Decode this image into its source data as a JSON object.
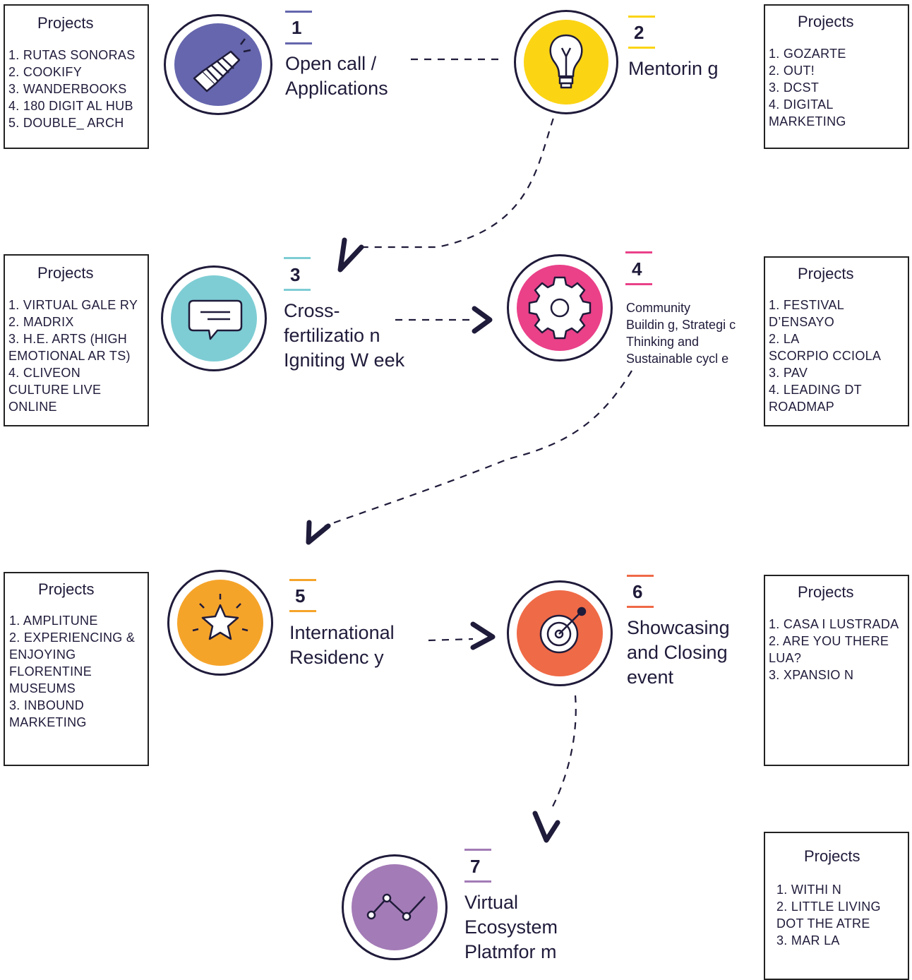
{
  "colors": {
    "ink": "#1f1b3a",
    "step1": "#6566ad",
    "step2": "#fbd414",
    "step3": "#7ecdd4",
    "step4": "#ea4189",
    "step5": "#f5a42a",
    "step6": "#ef6a47",
    "step7": "#a37bb6"
  },
  "steps": [
    {
      "num": "1",
      "label": "Open call /\nApplications",
      "icon": "megaphone-icon"
    },
    {
      "num": "2",
      "label": "Mentorin g",
      "icon": "lightbulb-icon"
    },
    {
      "num": "3",
      "label": "Cross-\nfertilizatio n\nIgniting W eek",
      "icon": "chat-bubble-icon"
    },
    {
      "num": "4",
      "label": "Community\nBuildin g, Strategi c\nThinking and\nSustainable cycl e",
      "icon": "gear-icon"
    },
    {
      "num": "5",
      "label": "International\nResidenc y",
      "icon": "star-icon"
    },
    {
      "num": "6",
      "label": "Showcasing\nand Closing\nevent",
      "icon": "target-icon"
    },
    {
      "num": "7",
      "label": "Virtual\nEcosystem\nPlatmfor m",
      "icon": "line-graph-icon"
    }
  ],
  "project_boxes": [
    {
      "title": "Projects",
      "items": [
        "1. RUTAS SONORAS",
        "2. COOKIFY",
        "3. WANDERBOOKS",
        "4. 180 DIGIT AL HUB",
        "5. DOUBLE_ ARCH"
      ]
    },
    {
      "title": "Projects",
      "items": [
        "1. GOZARTE",
        "2. OUT!",
        "3. DCST",
        "4. DIGITAL",
        "MARKETING"
      ]
    },
    {
      "title": "Projects",
      "items": [
        "1. VIRTUAL GALE RY",
        "2. MADRIX",
        "3. H.E. ARTS (HIGH",
        "EMOTIONAL AR TS)",
        "4. CLIVEON",
        "CULTURE LIVE",
        "ONLINE"
      ]
    },
    {
      "title": "Projects",
      "items": [
        "1. FESTIVAL",
        "D’ENSAYO",
        "2. LA",
        "SCORPIO CCIOLA",
        "3. PAV",
        "4. LEADING  DT",
        "ROADMAP"
      ]
    },
    {
      "title": "Projects",
      "items": [
        "1. AMPLITUNE",
        "2. EXPERIENCING &",
        "ENJOYING",
        "FLORENTINE",
        "MUSEUMS",
        "3. INBOUND",
        "MARKETING"
      ]
    },
    {
      "title": "Projects",
      "items": [
        "1. CASA I LUSTRADA",
        "2. ARE YOU THERE",
        "LUA?",
        "3. XPANSIO N"
      ]
    },
    {
      "title": "Projects",
      "items": [
        "1. WITHI N",
        "2. LITTLE LIVING",
        "DOT THE ATRE",
        "3. MAR LA"
      ]
    }
  ]
}
